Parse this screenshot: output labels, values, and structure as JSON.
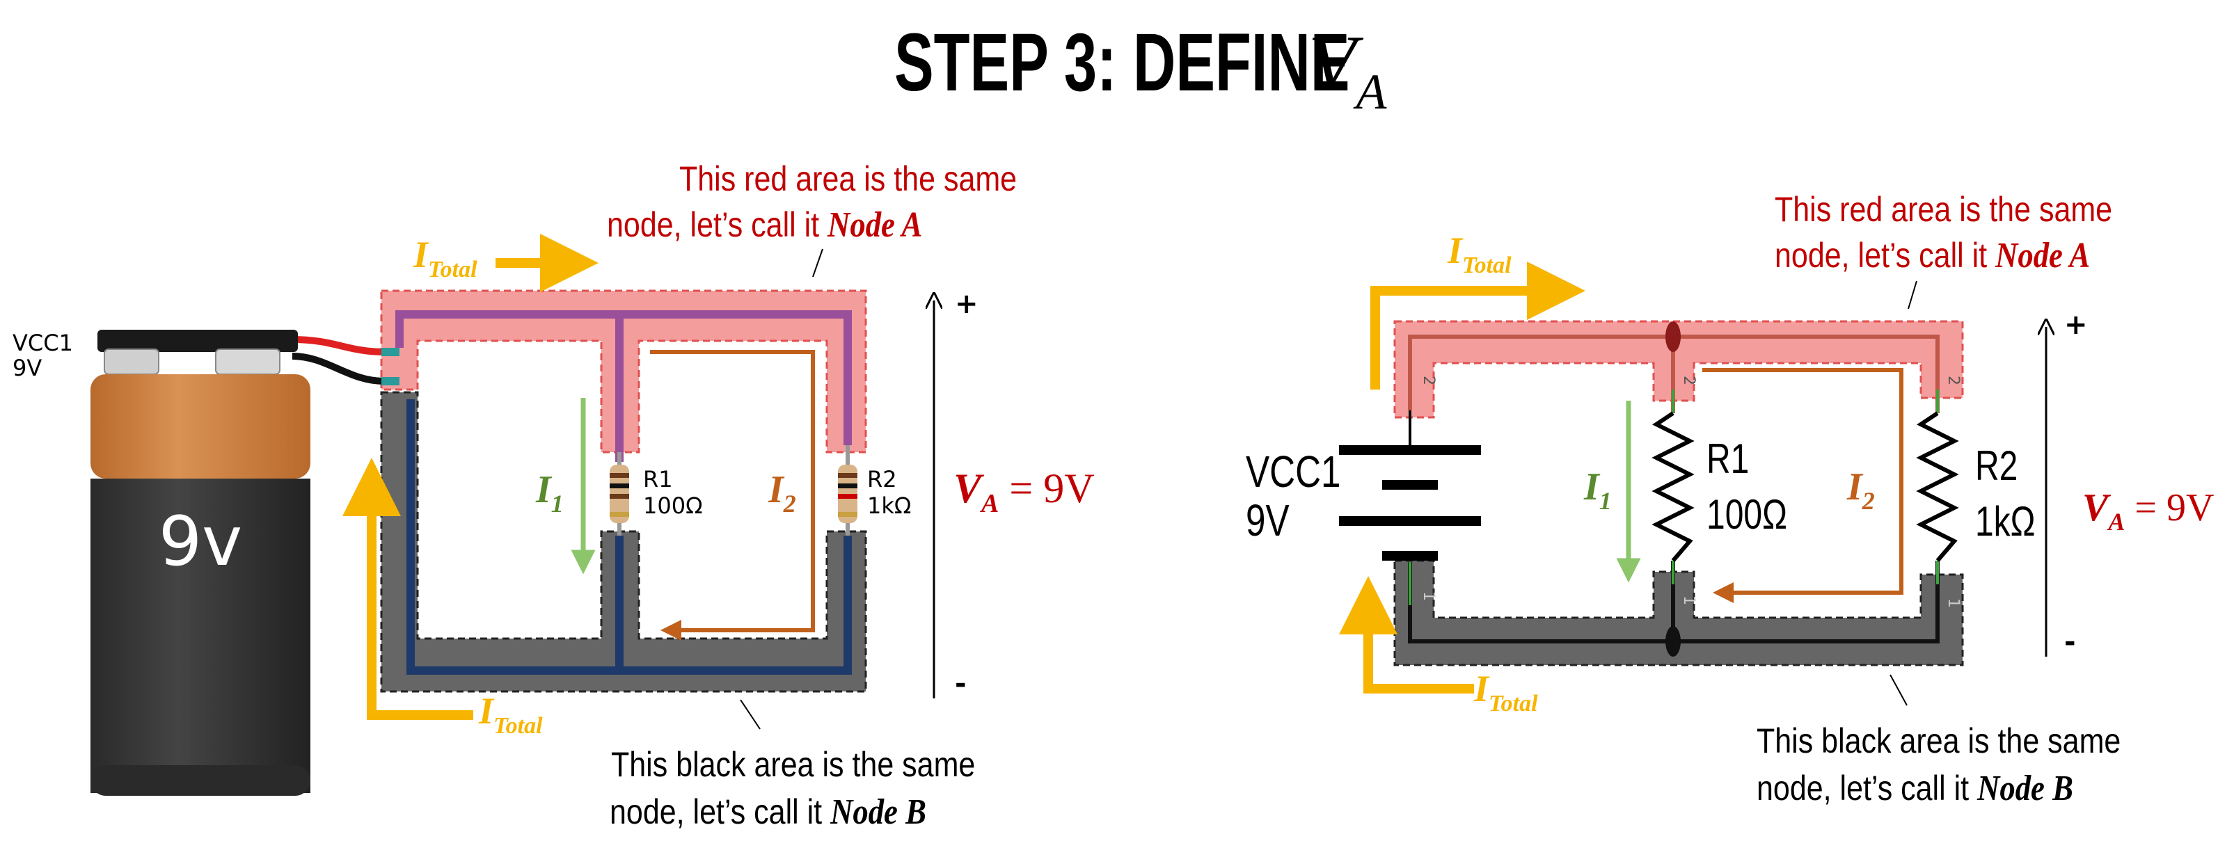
{
  "title": {
    "prefix": "STEP 3: DEFINE ",
    "var": "V",
    "sub": "A"
  },
  "colors": {
    "node_a_fill": "#f28c8c",
    "node_b_fill": "#555555",
    "annotation_red": "#c00000",
    "current_total": "#f7b500",
    "current_i1": "#8cc56a",
    "current_i2": "#c0601a",
    "i1_text": "#5a8a2e"
  },
  "left_diagram": {
    "battery_label": "9v",
    "vcc_name": "VCC1",
    "vcc_value": "9V",
    "r1_name": "R1",
    "r1_value": "100Ω",
    "r2_name": "R2",
    "r2_value": "1kΩ",
    "i_total_base": "I",
    "i_total_sub": "Total",
    "i1_base": "I",
    "i1_sub": "1",
    "i2_base": "I",
    "i2_sub": "2",
    "node_a_note_line1": "This red area is the same",
    "node_a_note_line2": "node, let’s call it ",
    "node_a_name": "Node A",
    "node_b_note_line1": "This black area is the same",
    "node_b_note_line2": "node, let’s call it ",
    "node_b_name": "Node B",
    "plus": "+",
    "minus": "-",
    "va_base": "V",
    "va_sub": "A",
    "va_value": " = 9V"
  },
  "right_diagram": {
    "vcc_name": "VCC1",
    "vcc_value": "9V",
    "r1_name": "R1",
    "r1_value": "100Ω",
    "r2_name": "R2",
    "r2_value": "1kΩ",
    "pin_2": "2",
    "pin_1": "1",
    "i_total_base": "I",
    "i_total_sub": "Total",
    "i1_base": "I",
    "i1_sub": "1",
    "i2_base": "I",
    "i2_sub": "2",
    "node_a_note_line1": "This red area is the same",
    "node_a_note_line2": "node, let’s call it ",
    "node_a_name": "Node A",
    "node_b_note_line1": "This black area is the same",
    "node_b_note_line2": "node, let’s call it ",
    "node_b_name": "Node B",
    "plus": "+",
    "minus": "-",
    "va_base": "V",
    "va_sub": "A",
    "va_value": " = 9V"
  }
}
